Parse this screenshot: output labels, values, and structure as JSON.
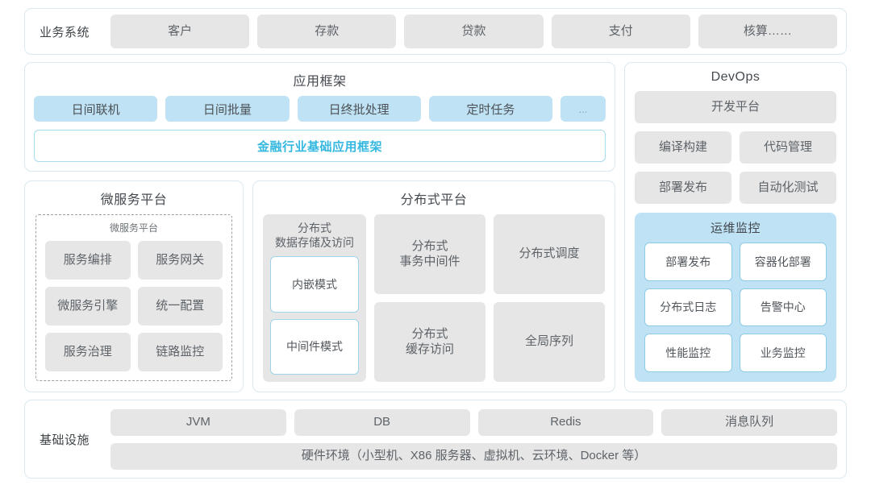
{
  "business_row": {
    "label": "业务系统",
    "items": [
      "客户",
      "存款",
      "贷款",
      "支付",
      "核算……"
    ]
  },
  "app_framework": {
    "title": "应用框架",
    "chips": [
      "日间联机",
      "日间批量",
      "日终批处理",
      "定时任务",
      "..."
    ],
    "highlight": "金融行业基础应用框架",
    "highlight_color": "#35b8e0"
  },
  "microservice_platform": {
    "title": "微服务平台",
    "inner_title": "微服务平台",
    "items": [
      "服务编排",
      "服务网关",
      "微服务引擎",
      "统一配置",
      "服务治理",
      "链路监控"
    ]
  },
  "distributed_platform": {
    "title": "分布式平台",
    "left_card": {
      "title": "分布式\n数据存储及访问",
      "title_line1": "分布式",
      "title_line2": "数据存储及访问",
      "modes": [
        "内嵌模式",
        "中间件模式"
      ]
    },
    "grid": [
      {
        "line1": "分布式",
        "line2": "事务中间件"
      },
      {
        "line1": "分布式调度",
        "line2": ""
      },
      {
        "line1": "分布式",
        "line2": "缓存访问"
      },
      {
        "line1": "全局序列",
        "line2": ""
      }
    ]
  },
  "devops": {
    "title": "DevOps",
    "platform": "开发平台",
    "items": [
      "编译构建",
      "代码管理",
      "部署发布",
      "自动化测试"
    ],
    "ops_monitoring": {
      "title": "运维监控",
      "items": [
        "部署发布",
        "容器化部署",
        "分布式日志",
        "告警中心",
        "性能监控",
        "业务监控"
      ]
    }
  },
  "infrastructure": {
    "label": "基础设施",
    "items": [
      "JVM",
      "DB",
      "Redis",
      "消息队列"
    ],
    "hardware": "硬件环境（小型机、X86 服务器、虚拟机、云环境、Docker 等）"
  },
  "theme": {
    "panel_border": "#d9e9ef",
    "chip_gray": "#e6e6e6",
    "chip_blue": "#bfe2f4",
    "accent": "#35b8e0",
    "text": "#5d6368"
  }
}
